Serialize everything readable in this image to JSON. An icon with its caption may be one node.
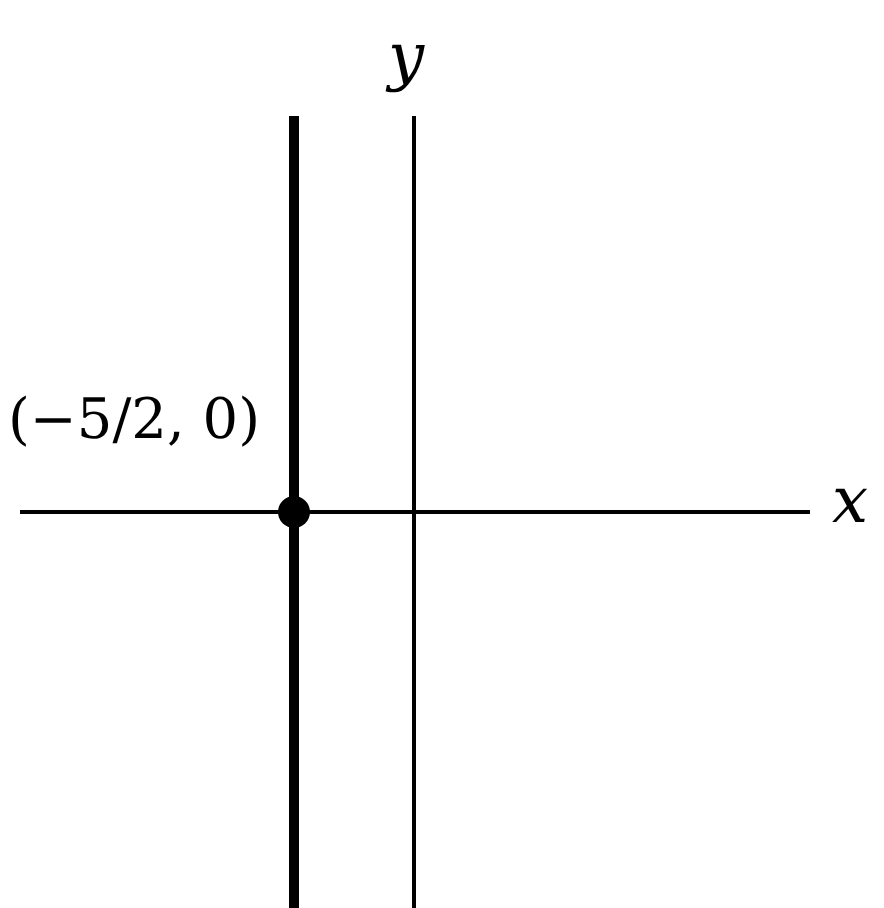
{
  "diagram": {
    "labels": [
      "y",
      "(−5/2, 0)",
      "x"
    ]
  }
}
